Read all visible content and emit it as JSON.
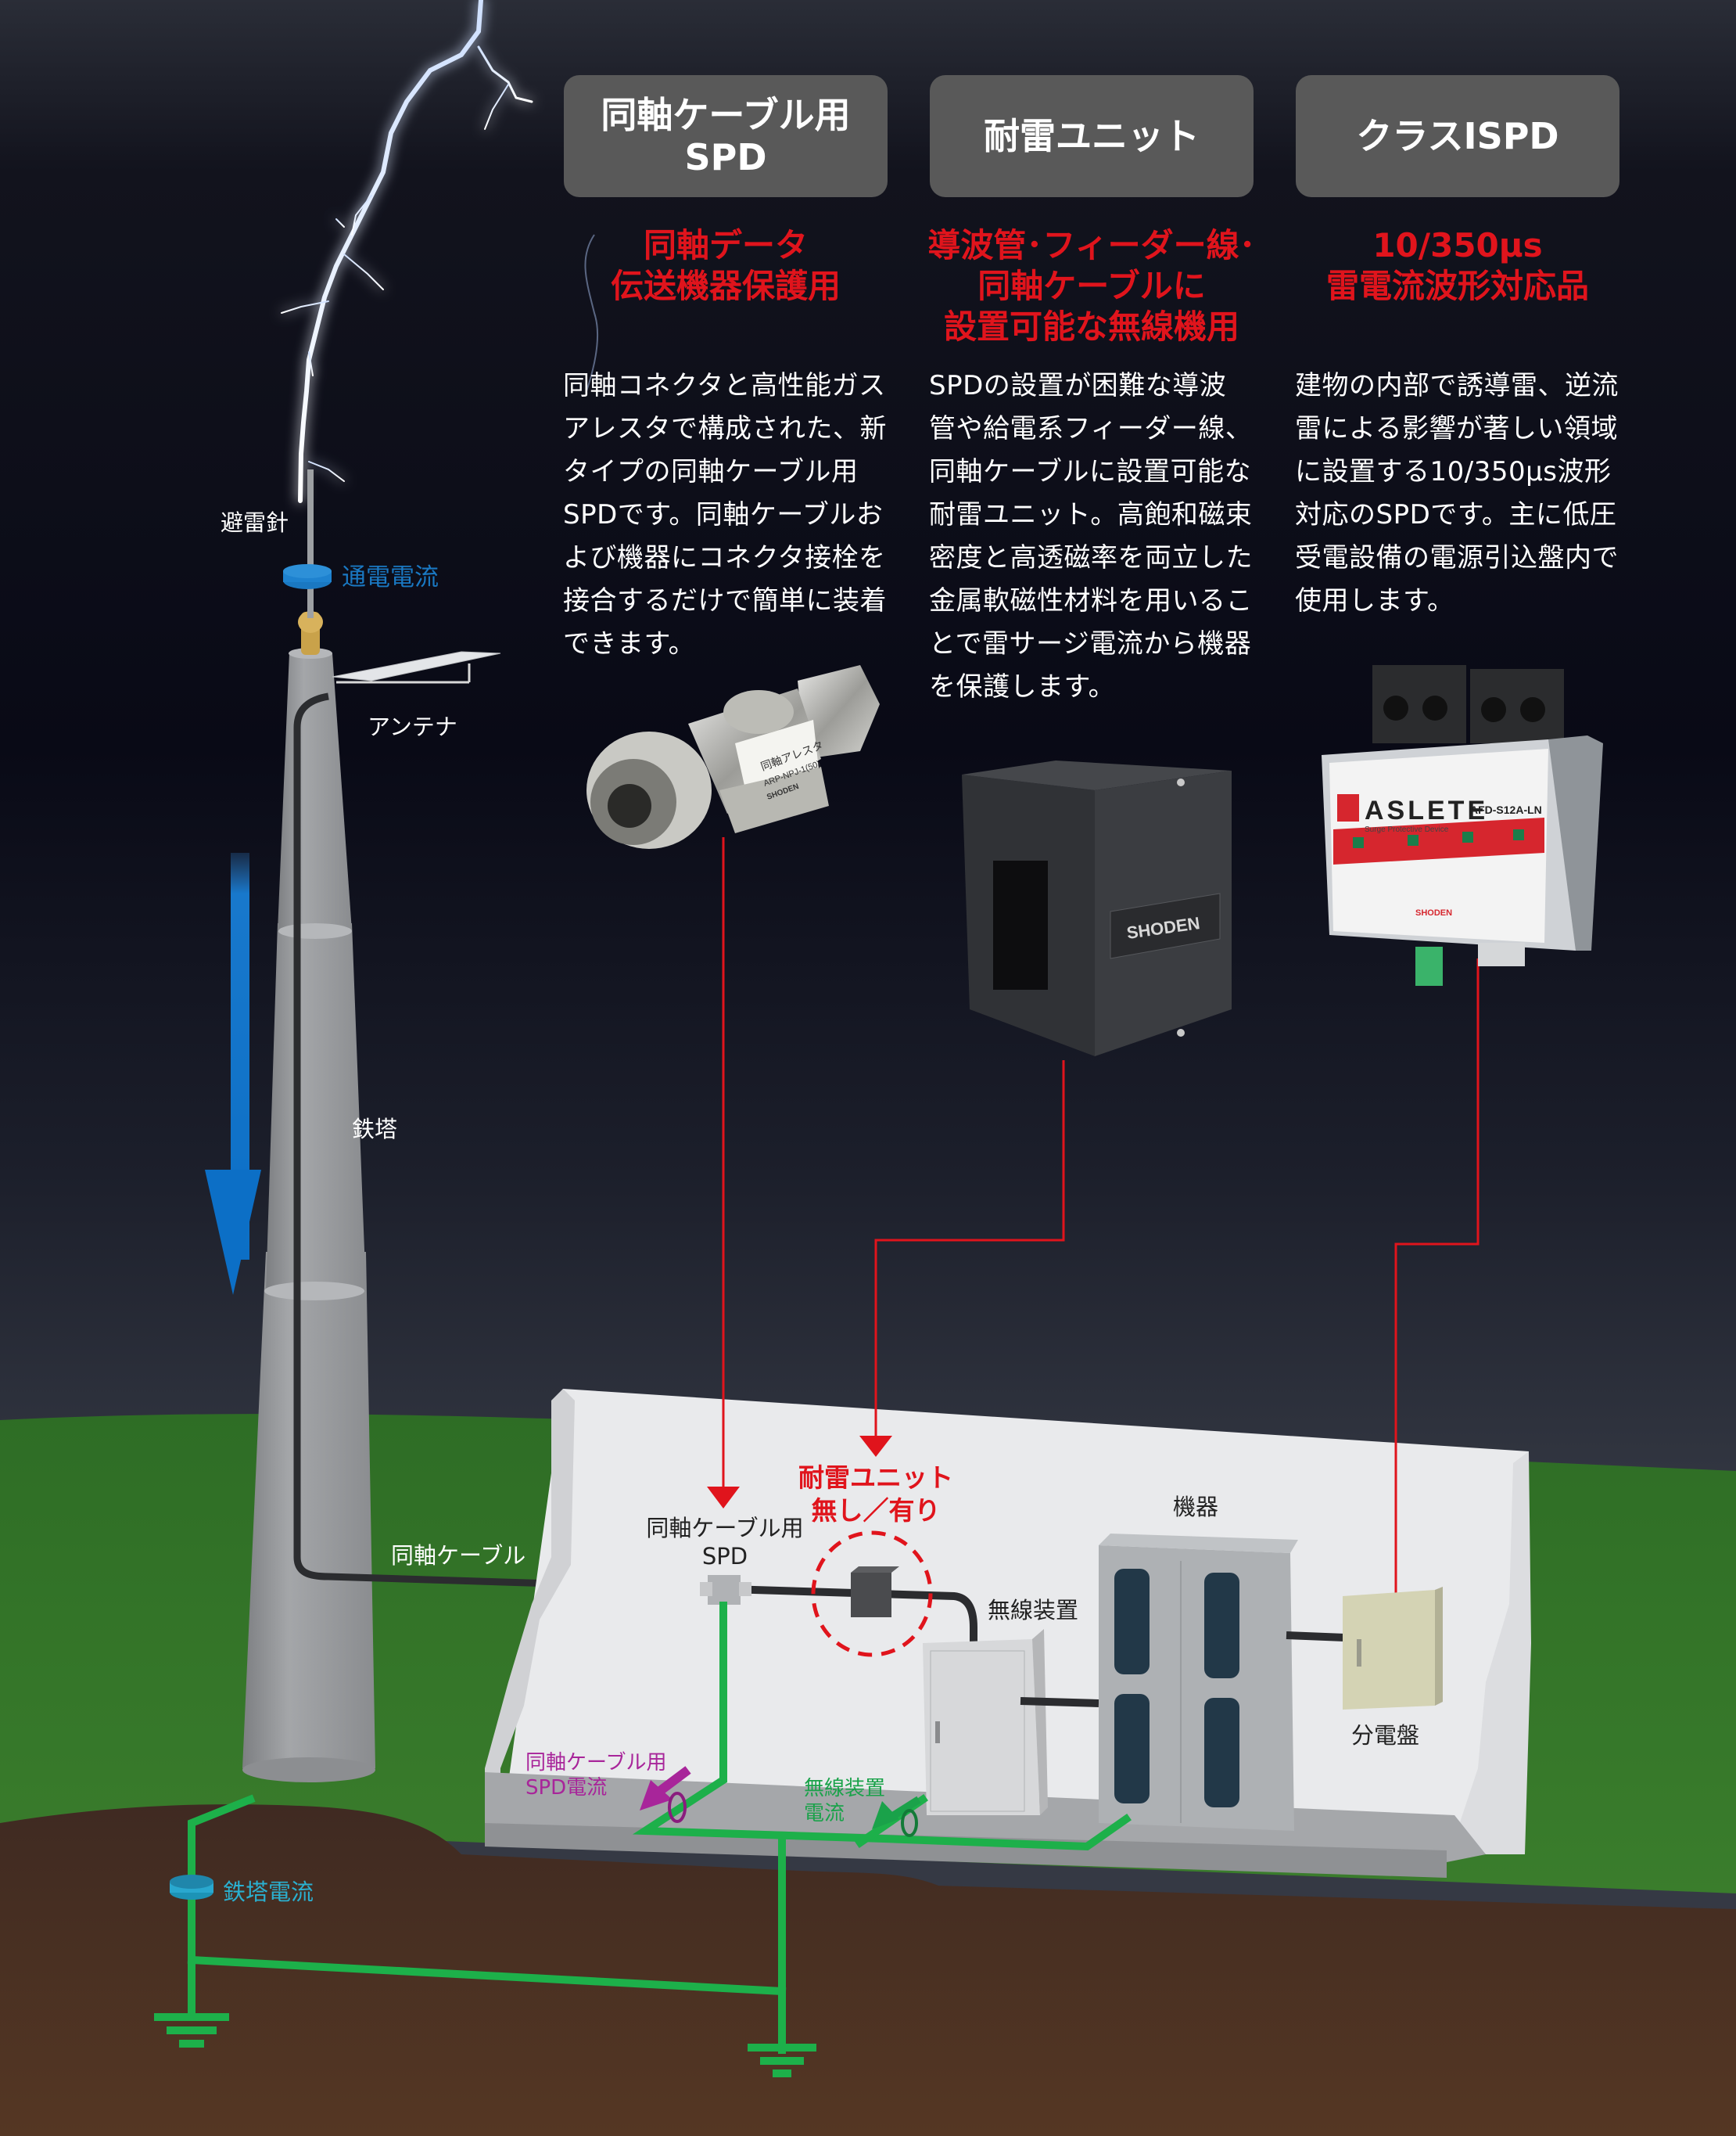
{
  "products": [
    {
      "header": "同軸ケーブル用\nSPD",
      "header_lines": [
        "同軸ケーブル用",
        "SPD"
      ],
      "subtitle_lines": [
        "同軸データ",
        "伝送機器保護用"
      ],
      "description_lines": [
        "同軸コネクタと高性能ガス",
        "アレスタで構成された、新",
        "タイプの同軸ケーブル用",
        "SPDです。同軸ケーブルお",
        "よび機器にコネクタ接栓を",
        "接合するだけで簡単に装着",
        "できます。"
      ],
      "image_label_lines": [
        "同軸アレスタ",
        "ARP-NPJ-1(50)",
        "SHODEN"
      ]
    },
    {
      "header": "耐雷ユニット",
      "header_lines": [
        "耐雷ユニット"
      ],
      "subtitle_lines": [
        "導波管･フィーダー線･",
        "同軸ケーブルに",
        "設置可能な無線機用"
      ],
      "description_lines": [
        "SPDの設置が困難な導波",
        "管や給電系フィーダー線、",
        "同軸ケーブルに設置可能な",
        "耐雷ユニット。高飽和磁束",
        "密度と高透磁率を両立した",
        "金属軟磁性材料を用いるこ",
        "とで雷サージ電流から機器",
        "を保護します。"
      ],
      "image_label_lines": [
        "SHODEN"
      ]
    },
    {
      "header": "クラスⅠSPD",
      "header_lines": [
        "クラスⅠSPD"
      ],
      "subtitle_lines": [
        "10/350μs",
        "雷電流波形対応品"
      ],
      "description_lines": [
        "建物の内部で誘導雷、逆流",
        "雷による影響が著しい領域",
        "に設置する10/350μs波形",
        "対応のSPDです。主に低圧",
        "受電設備の電源引込盤内で",
        "使用します。"
      ],
      "image_label_lines": [
        "ASLETE",
        "Surge Protective Device",
        "AFD-S12A-LN",
        "SHODEN"
      ]
    }
  ],
  "diagram": {
    "lightning_rod": "避雷針",
    "conduction_current": "通電電流",
    "antenna": "アンテナ",
    "tower": "鉄塔",
    "coax_cable": "同軸ケーブル",
    "coax_spd_lines": [
      "同軸ケーブル用",
      "SPD"
    ],
    "unit_lines": [
      "耐雷ユニット",
      "無し／有り"
    ],
    "radio_device": "無線装置",
    "equipment": "機器",
    "distribution_board": "分電盤",
    "spd_current_lines": [
      "同軸ケーブル用",
      "SPD電流"
    ],
    "radio_current_lines": [
      "無線装置",
      "電流"
    ],
    "tower_current": "鉄塔電流"
  },
  "colors": {
    "accent_red": "#e0141c",
    "header_gray": "#595959",
    "ground_green": "#1db04a",
    "current_blue": "#1a78c2",
    "tower_current_cyan": "#2ab0d0",
    "spd_current_magenta": "#a8259a"
  }
}
